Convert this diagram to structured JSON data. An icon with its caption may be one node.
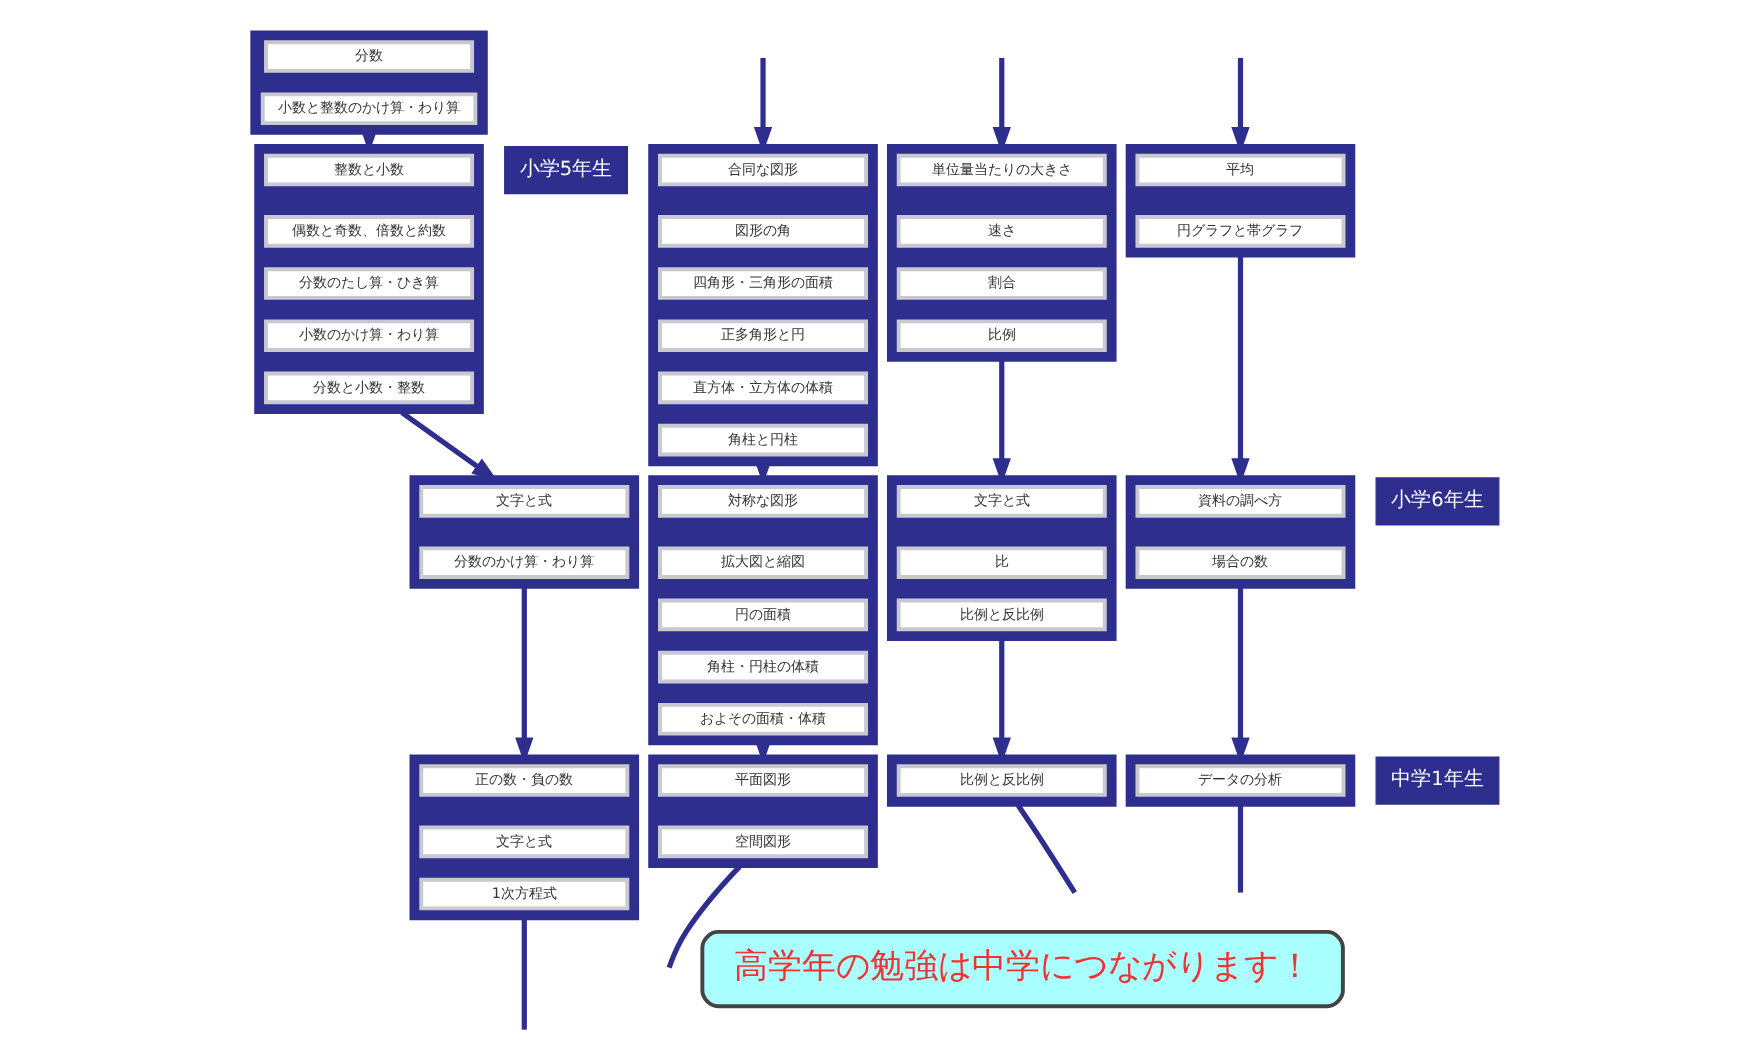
{
  "diagram": {
    "nodes": [
      {
        "text": [],
        "shape": "box"
      },
      {
        "text": [
          "分数"
        ],
        "in": 0
      },
      {
        "text": [
          "小数と整数のかけ算・わり算"
        ],
        "in": 0
      },
      {
        "text": [
          "小学5年生"
        ]
      },
      {
        "text": [],
        "shape": "box"
      },
      {
        "text": [
          "整数と小数"
        ],
        "in": 4
      },
      {
        "text": [
          "偶数と奇数、倍数と約数"
        ],
        "in": 4
      },
      {
        "text": [
          "分数のたし算・ひき算"
        ],
        "in": 4
      },
      {
        "text": [
          "小数のかけ算・わり算"
        ],
        "in": 4
      },
      {
        "text": [
          "分数と小数・整数"
        ],
        "in": 4
      },
      {
        "text": [],
        "shape": "box"
      },
      {
        "text": [
          "合同な図形"
        ],
        "in": 10
      },
      {
        "text": [
          "図形の角"
        ],
        "in": 10
      },
      {
        "text": [
          "四角形・三角形の面積"
        ],
        "in": 10
      },
      {
        "text": [
          "正多角形と円"
        ],
        "in": 10
      },
      {
        "text": [
          "直方体・立方体の体積"
        ],
        "in": 10
      },
      {
        "text": [
          "角柱と円柱"
        ],
        "in": 10
      },
      {
        "text": [],
        "shape": "box"
      },
      {
        "text": [
          "単位量当たりの大きさ"
        ],
        "in": 17
      },
      {
        "text": [
          "速さ"
        ],
        "in": 17
      },
      {
        "text": [
          "割合"
        ],
        "in": 17
      },
      {
        "text": [
          "比例"
        ],
        "in": 17
      },
      {
        "text": [],
        "shape": "box"
      },
      {
        "text": [
          "平均"
        ],
        "in": 22
      },
      {
        "text": [
          "円グラフと帯グラフ"
        ],
        "in": 22
      },
      {
        "text": [
          "小学6年生"
        ]
      },
      {
        "text": [],
        "shape": "box"
      },
      {
        "text": [
          "文字と式"
        ],
        "in": 26
      },
      {
        "text": [
          "分数のかけ算・わり算"
        ],
        "in": 26
      },
      {
        "text": [],
        "shape": "box"
      },
      {
        "text": [
          "対称な図形"
        ],
        "in": 29
      },
      {
        "text": [
          "拡大図と縮図"
        ],
        "in": 29
      },
      {
        "text": [
          "円の面積"
        ],
        "in": 29
      },
      {
        "text": [
          "角柱・円柱の体積"
        ],
        "in": 29
      },
      {
        "text": [
          "およその面積・体積"
        ],
        "in": 29
      },
      {
        "text": [],
        "shape": "box"
      },
      {
        "text": [
          "文字と式"
        ],
        "in": 35
      },
      {
        "text": [
          "比"
        ],
        "in": 35
      },
      {
        "text": [
          "比例と反比例"
        ],
        "in": 35
      },
      {
        "text": [],
        "shape": "box"
      },
      {
        "text": [
          "資料の調べ方"
        ],
        "in": 39
      },
      {
        "text": [
          "場合の数"
        ],
        "in": 39
      },
      {
        "text": [
          "中学1年生"
        ]
      },
      {
        "text": [],
        "shape": "box"
      },
      {
        "text": [
          "正の数・負の数"
        ],
        "in": 43
      },
      {
        "text": [
          "文字と式"
        ],
        "in": 43
      },
      {
        "text": [
          "1次方程式"
        ],
        "in": 43
      },
      {
        "text": [],
        "shape": "box"
      },
      {
        "text": [
          "平面図形"
        ],
        "in": 47
      },
      {
        "text": [
          "空間図形"
        ],
        "in": 47
      },
      {
        "text": [],
        "shape": "box"
      },
      {
        "text": [
          "比例と反比例"
        ],
        "in": 50
      },
      {
        "text": [],
        "shape": "box"
      },
      {
        "text": [
          "データの分析"
        ],
        "in": 52
      },
      {
        "text": [
          "高学年の勉強は中学につながります！"
        ]
      }
    ],
    "edges": [
      {
        "from": 0,
        "to": 4,
        "arrow": "to"
      },
      {
        "from": null,
        "to": 10,
        "arrow": "to"
      },
      {
        "from": null,
        "to": 17,
        "arrow": "to"
      },
      {
        "from": null,
        "to": 22,
        "arrow": "to"
      },
      {
        "from": 4,
        "to": 26,
        "arrow": "to"
      },
      {
        "from": 10,
        "to": 29,
        "arrow": "to"
      },
      {
        "from": 17,
        "to": 35,
        "arrow": "to"
      },
      {
        "from": 22,
        "to": 39,
        "arrow": "to"
      },
      {
        "from": 26,
        "to": 43,
        "arrow": "to"
      },
      {
        "from": 29,
        "to": 47,
        "arrow": "to"
      },
      {
        "from": 35,
        "to": 50,
        "arrow": "to"
      },
      {
        "from": 39,
        "to": 52,
        "arrow": "to"
      },
      {
        "from": 43,
        "to": null,
        "arrow": "none"
      },
      {
        "from": 47,
        "to": null,
        "arrow": "none"
      },
      {
        "from": 50,
        "to": null,
        "arrow": "none"
      },
      {
        "from": 52,
        "to": null,
        "arrow": "none"
      }
    ]
  }
}
